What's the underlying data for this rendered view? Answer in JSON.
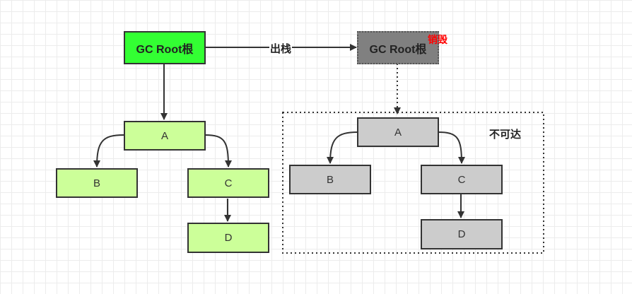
{
  "left_tree": {
    "root": "GC Root根",
    "nodes": {
      "a": "A",
      "b": "B",
      "c": "C",
      "d": "D"
    }
  },
  "transition_label": "出栈",
  "right_tree": {
    "root": "GC Root根",
    "destroyed_label": "销毁",
    "unreachable_label": "不可达",
    "nodes": {
      "a": "A",
      "b": "B",
      "c": "C",
      "d": "D"
    }
  },
  "colors": {
    "live_root": "#33ff33",
    "live_node": "#ccff99",
    "dead_root": "#808080",
    "dead_node": "#cccccc",
    "destroy_text": "#ff0000"
  }
}
